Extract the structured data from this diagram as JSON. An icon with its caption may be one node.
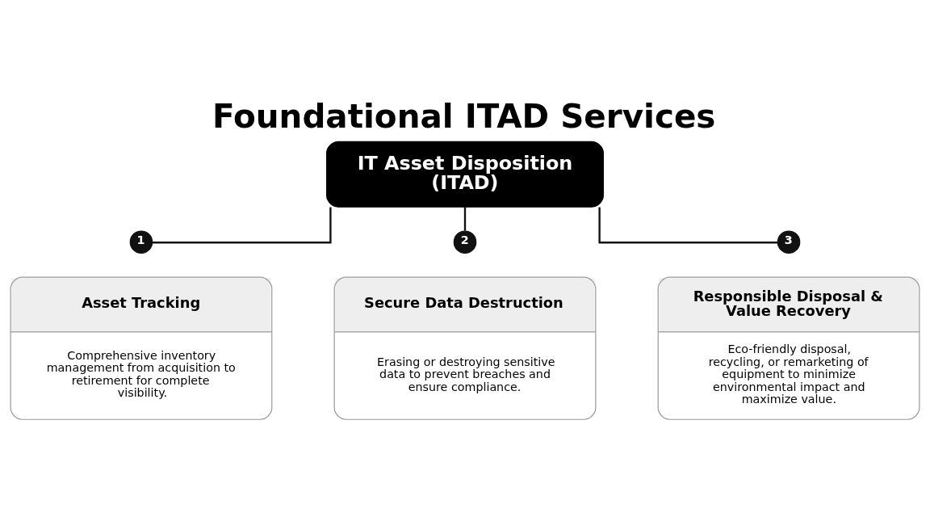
{
  "diagram": {
    "title": "Foundational ITAD Services",
    "nodes": [
      {
        "text": [
          "IT Asset Disposition (ITAD)"
        ]
      },
      {
        "text": [
          "1"
        ]
      },
      {
        "text": [
          "Asset Tracking",
          "Comprehensive inventory management from acquisition to retirement for complete visibility."
        ]
      },
      {
        "text": [
          "2"
        ]
      },
      {
        "text": [
          "Secure Data Destruction",
          "Erasing or destroying sensitive data to prevent breaches and ensure compliance."
        ]
      },
      {
        "text": [
          "3"
        ]
      },
      {
        "text": [
          "Responsible Disposal & Value Recovery",
          "Eco-friendly disposal, recycling, or remarketing of equipment to minimize environmental impact and maximize value."
        ]
      }
    ],
    "edges": [
      {
        "from": 0,
        "to": 1,
        "arrow": "none"
      },
      {
        "from": 0,
        "to": 3,
        "arrow": "none"
      },
      {
        "from": 0,
        "to": 5,
        "arrow": "none"
      }
    ]
  }
}
